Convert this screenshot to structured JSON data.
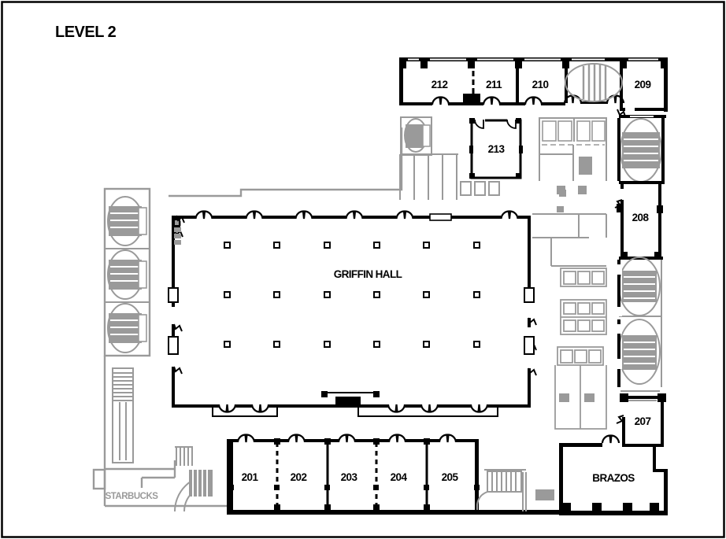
{
  "title": "LEVEL 2",
  "colors": {
    "walls": "#000000",
    "fixtures": "#9a9a9a",
    "background": "#ffffff"
  },
  "areas": {
    "griffin_hall": {
      "label": "GRIFFIN HALL"
    },
    "brazos": {
      "label": "BRAZOS"
    },
    "starbucks": {
      "label": "STARBUCKS"
    }
  },
  "rooms": {
    "201": {
      "label": "201"
    },
    "202": {
      "label": "202"
    },
    "203": {
      "label": "203"
    },
    "204": {
      "label": "204"
    },
    "205": {
      "label": "205"
    },
    "207": {
      "label": "207"
    },
    "208": {
      "label": "208"
    },
    "209": {
      "label": "209"
    },
    "210": {
      "label": "210"
    },
    "211": {
      "label": "211"
    },
    "212": {
      "label": "212"
    },
    "213": {
      "label": "213"
    }
  }
}
